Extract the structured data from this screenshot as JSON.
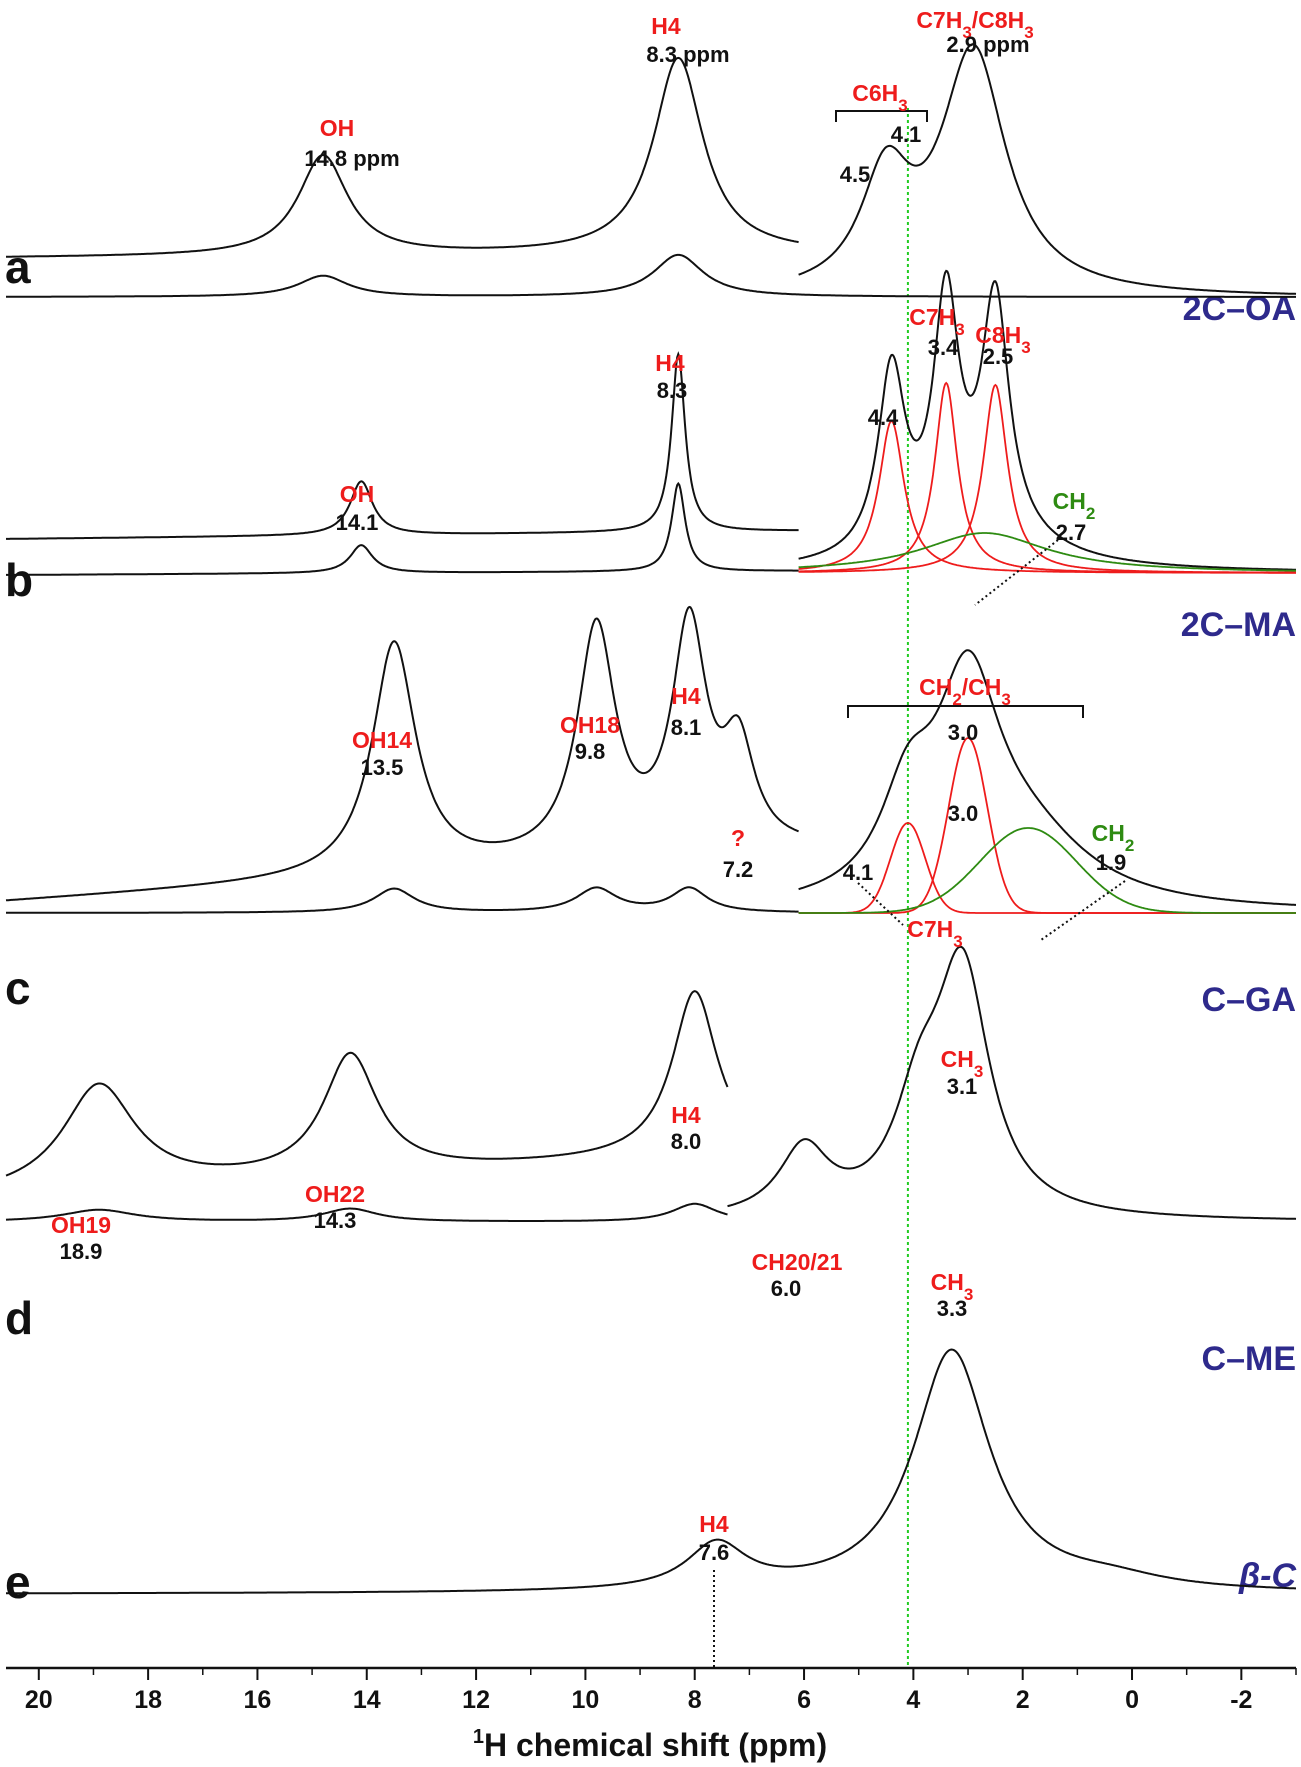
{
  "chart_data": {
    "type": "line",
    "xlabel_sup": "1",
    "xlabel": "H chemical shift (ppm)",
    "xlim": [
      20.6,
      -3.0
    ],
    "x_ticks": [
      20,
      18,
      16,
      14,
      12,
      10,
      8,
      6,
      4,
      2,
      0,
      -2
    ],
    "x_tick_labels": [
      "20",
      "18",
      "16",
      "14",
      "12",
      "10",
      "8",
      "6",
      "4",
      "2",
      "0",
      "-2"
    ],
    "reference_line_ppm": 4.1,
    "reference_line_color": "#22cc22",
    "colors": {
      "peak_label": "#ee1c1c",
      "ch2_label": "#2e8b12",
      "sample_name": "#2e2a8c",
      "fit_red": "#ee1c1c",
      "fit_green": "#2e8b12",
      "spectrum": "#111111"
    },
    "panels": [
      {
        "letter": "a",
        "sample": "2C–OA",
        "peaks": [
          {
            "ppm": 14.8,
            "label": "OH",
            "value": "14.8 ppm"
          },
          {
            "ppm": 8.3,
            "label": "H4",
            "value": "8.3 ppm"
          },
          {
            "ppm": 4.5,
            "label": "",
            "value": "4.5"
          },
          {
            "ppm": 4.1,
            "label": "",
            "value": "4.1"
          },
          {
            "ppm": 2.9,
            "label": "C7H3/C8H3",
            "value": "2.9 ppm"
          }
        ],
        "brackets": [
          {
            "label": "C6H3",
            "from": 5.3,
            "to": 3.7
          }
        ]
      },
      {
        "letter": "b",
        "sample": "2C–MA",
        "peaks": [
          {
            "ppm": 14.1,
            "label": "OH",
            "value": "14.1"
          },
          {
            "ppm": 8.3,
            "label": "H4",
            "value": "8.3"
          },
          {
            "ppm": 4.4,
            "label": "",
            "value": "4.4"
          },
          {
            "ppm": 3.4,
            "label": "C7H3",
            "value": "3.4"
          },
          {
            "ppm": 2.5,
            "label": "C8H3",
            "value": "2.5"
          },
          {
            "ppm": 2.7,
            "label": "CH2",
            "value": "2.7",
            "color": "green"
          }
        ]
      },
      {
        "letter": "c",
        "sample": "C–GA",
        "peaks": [
          {
            "ppm": 13.5,
            "label": "OH14",
            "value": "13.5"
          },
          {
            "ppm": 9.8,
            "label": "OH18",
            "value": "9.8"
          },
          {
            "ppm": 8.1,
            "label": "H4",
            "value": "8.1"
          },
          {
            "ppm": 7.2,
            "label": "?",
            "value": "7.2"
          },
          {
            "ppm": 4.1,
            "label": "C7H3",
            "value": "4.1"
          },
          {
            "ppm": 3.0,
            "label": "",
            "value": "3.0"
          },
          {
            "ppm": 1.9,
            "label": "CH2",
            "value": "1.9",
            "color": "green"
          }
        ],
        "brackets": [
          {
            "label": "CH2/CH3",
            "from": 5.1,
            "to": 0.8
          }
        ],
        "envelope_value": "3.0"
      },
      {
        "letter": "d",
        "sample": "C–ME",
        "peaks": [
          {
            "ppm": 18.9,
            "label": "OH19",
            "value": "18.9"
          },
          {
            "ppm": 14.3,
            "label": "OH22",
            "value": "14.3"
          },
          {
            "ppm": 8.0,
            "label": "H4",
            "value": "8.0"
          },
          {
            "ppm": 6.0,
            "label": "CH20/21",
            "value": "6.0"
          },
          {
            "ppm": 3.1,
            "label": "CH3",
            "value": "3.1"
          }
        ]
      },
      {
        "letter": "e",
        "sample": "β-C",
        "peaks": [
          {
            "ppm": 7.6,
            "label": "H4",
            "value": "7.6"
          },
          {
            "ppm": 3.3,
            "label": "CH3",
            "value": "3.3"
          }
        ]
      }
    ]
  }
}
